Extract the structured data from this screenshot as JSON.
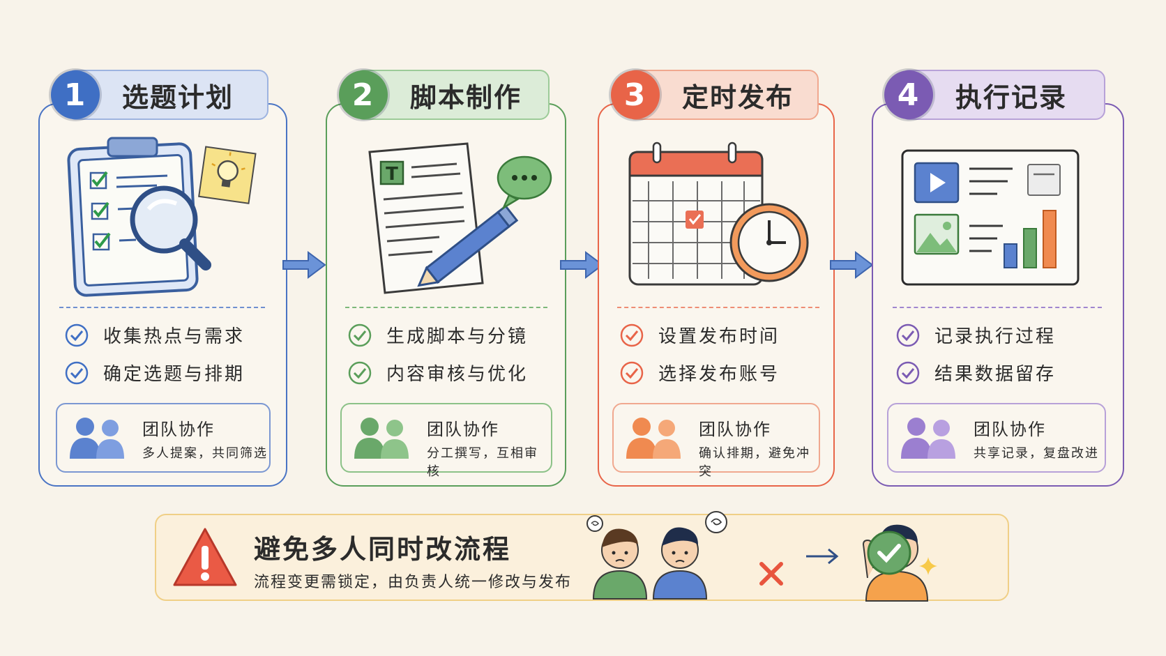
{
  "steps": [
    {
      "number": "1",
      "title": "选题计划",
      "color": "#3f6fc4",
      "items": [
        "收集热点与需求",
        "确定选题与排期"
      ],
      "team_title": "团队协作",
      "team_sub": "多人提案，共同筛选"
    },
    {
      "number": "2",
      "title": "脚本制作",
      "color": "#5a9e5a",
      "items": [
        "生成脚本与分镜",
        "内容审核与优化"
      ],
      "team_title": "团队协作",
      "team_sub": "分工撰写，互相审核"
    },
    {
      "number": "3",
      "title": "定时发布",
      "color": "#e86448",
      "items": [
        "设置发布时间",
        "选择发布账号"
      ],
      "team_title": "团队协作",
      "team_sub": "确认排期，避免冲突"
    },
    {
      "number": "4",
      "title": "执行记录",
      "color": "#7b5bb3",
      "items": [
        "记录执行过程",
        "结果数据留存"
      ],
      "team_title": "团队协作",
      "team_sub": "共享记录，复盘改进"
    }
  ],
  "warning": {
    "title": "避免多人同时改流程",
    "subtitle": "流程变更需锁定，由负责人统一修改与发布"
  },
  "icons": {
    "step1": [
      "clipboard-icon",
      "magnifier-icon",
      "lightbulb-icon"
    ],
    "step2": [
      "document-icon",
      "pencil-icon",
      "chat-bubble-icon"
    ],
    "step3": [
      "calendar-icon",
      "clock-icon"
    ],
    "step4": [
      "dashboard-icon",
      "play-icon",
      "bar-chart-icon"
    ],
    "warning": [
      "warning-triangle-icon",
      "confused-people-icon",
      "x-icon",
      "arrow-icon",
      "leader-icon",
      "check-badge-icon",
      "sparkle-icon"
    ]
  }
}
